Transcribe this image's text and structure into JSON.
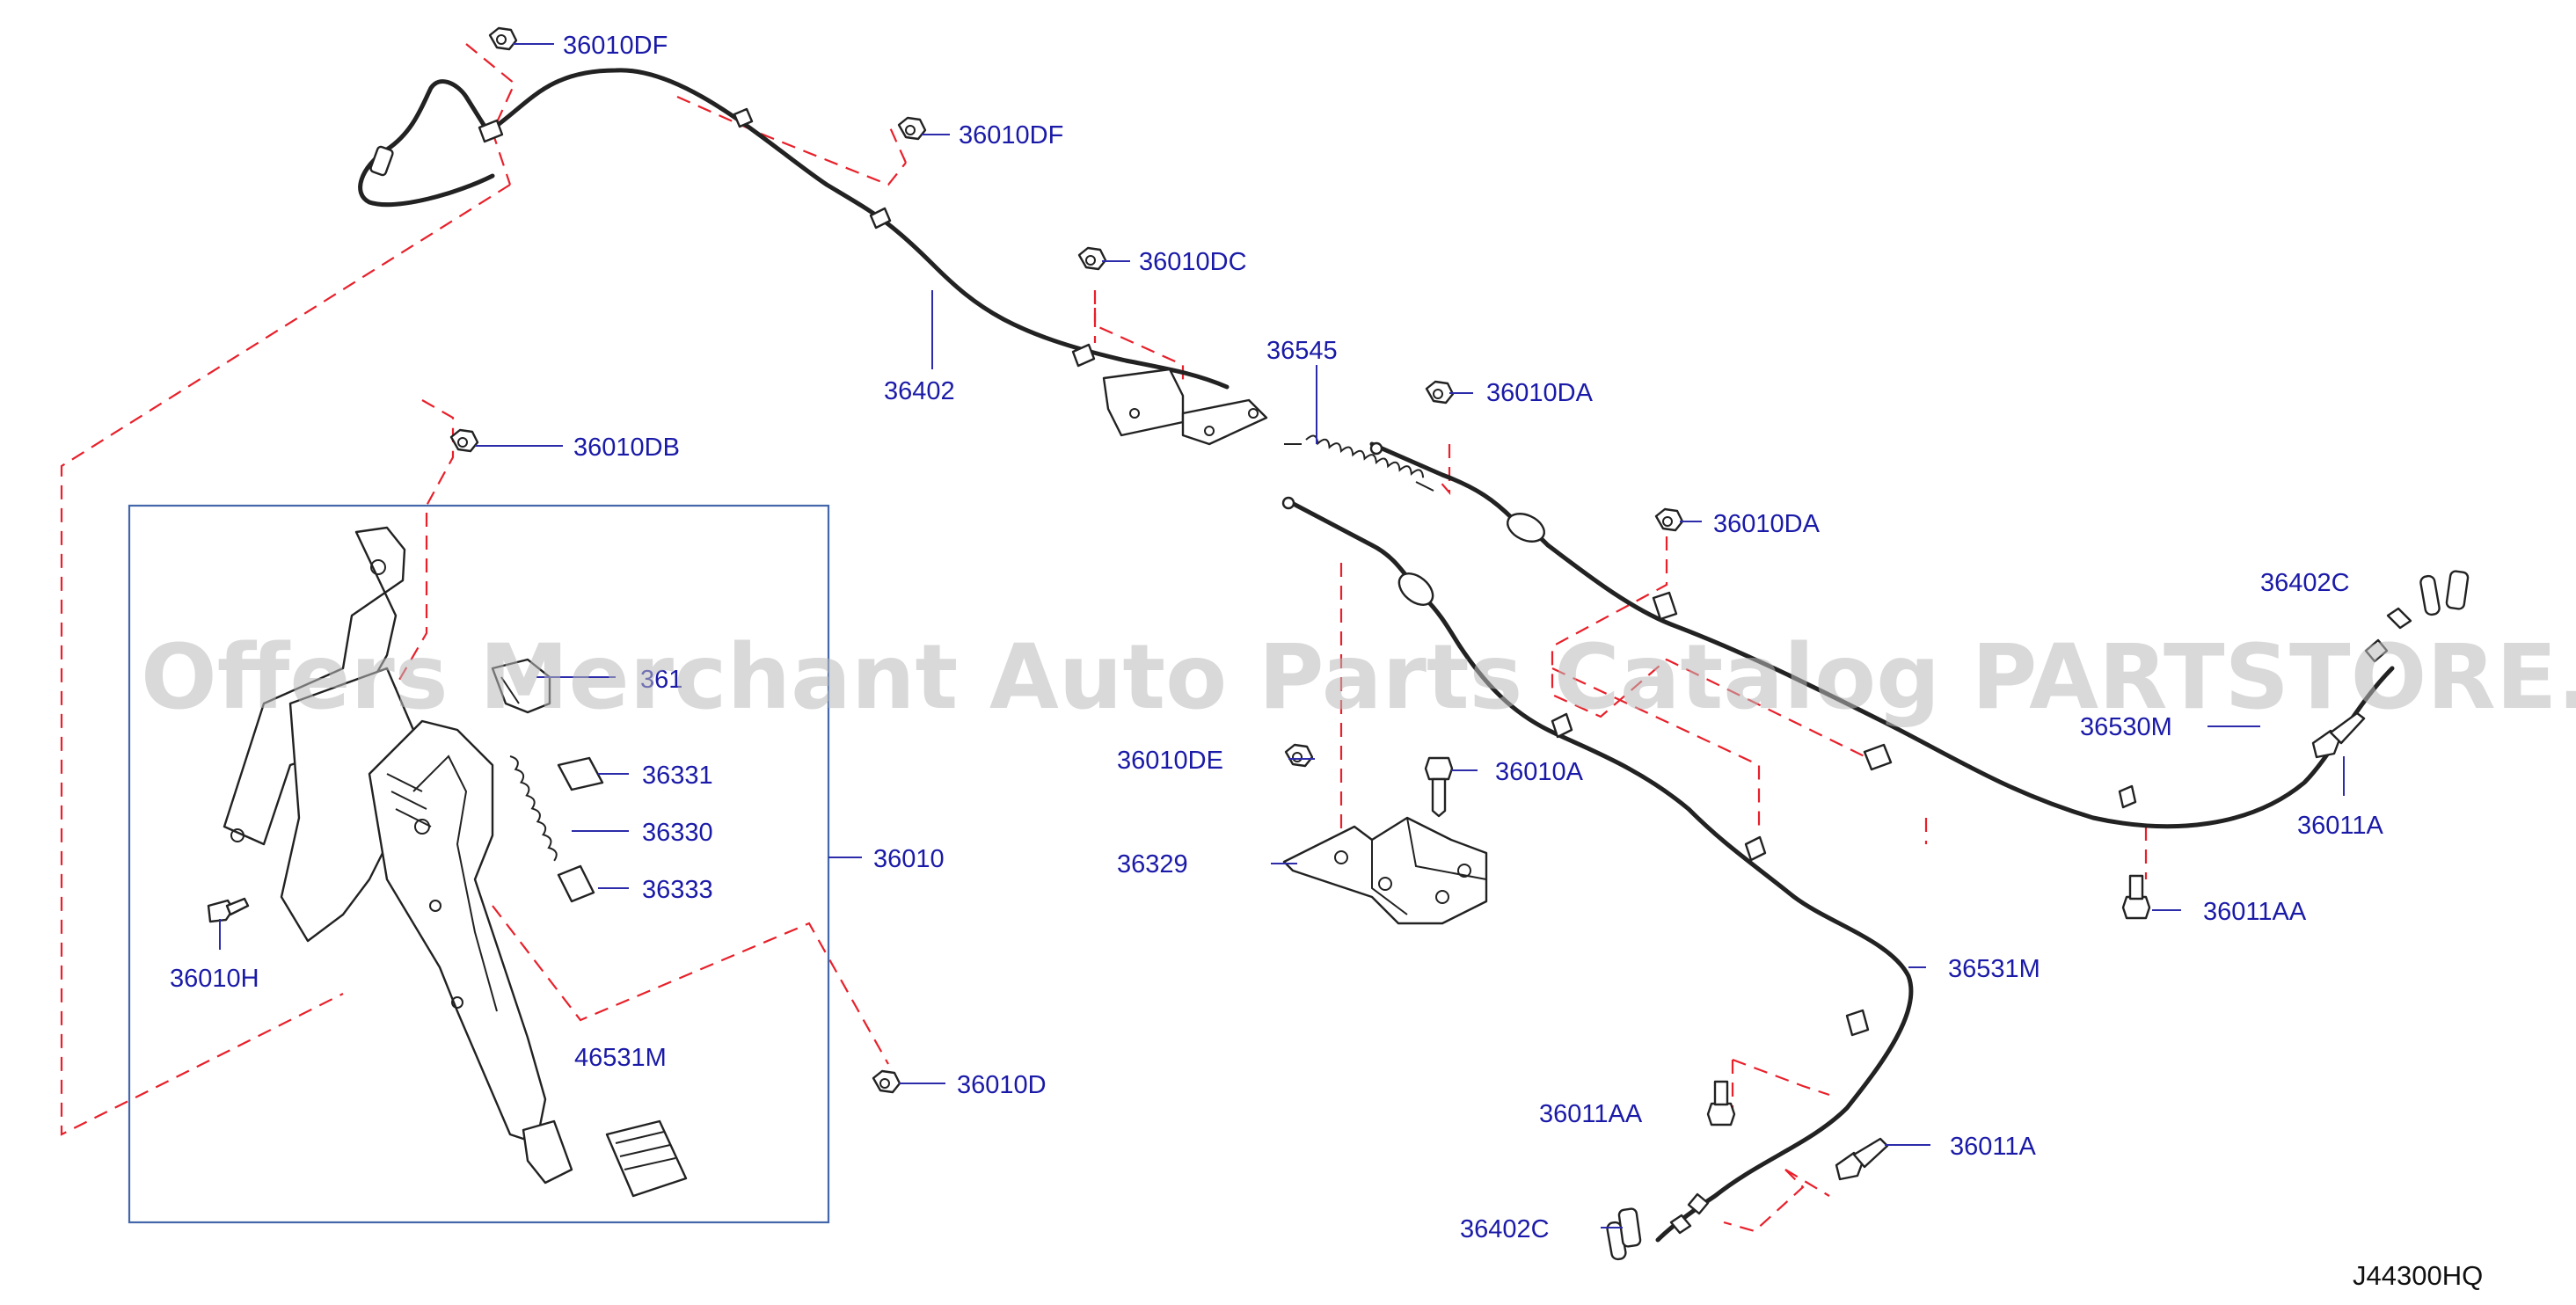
{
  "diagram_code": "J44300HQ",
  "watermark": "Offers Merchant Auto Parts Catalog PARTSTORE.SA",
  "callouts": {
    "c_36010DF_a": "36010DF",
    "c_36010DF_b": "36010DF",
    "c_36010DC": "36010DC",
    "c_36402": "36402",
    "c_36545": "36545",
    "c_36010DA_a": "36010DA",
    "c_36010DA_b": "36010DA",
    "c_36010DB": "36010DB",
    "c_361": "361",
    "c_36331": "36331",
    "c_36330": "36330",
    "c_36333": "36333",
    "c_36010": "36010",
    "c_36010H": "36010H",
    "c_46531M": "46531M",
    "c_36010D": "36010D",
    "c_36010DE": "36010DE",
    "c_36010A": "36010A",
    "c_36329": "36329",
    "c_36402C_a": "36402C",
    "c_36530M": "36530M",
    "c_36011A_a": "36011A",
    "c_36011AA_a": "36011AA",
    "c_36531M": "36531M",
    "c_36011AA_b": "36011AA",
    "c_36011A_b": "36011A",
    "c_36402C_b": "36402C"
  }
}
